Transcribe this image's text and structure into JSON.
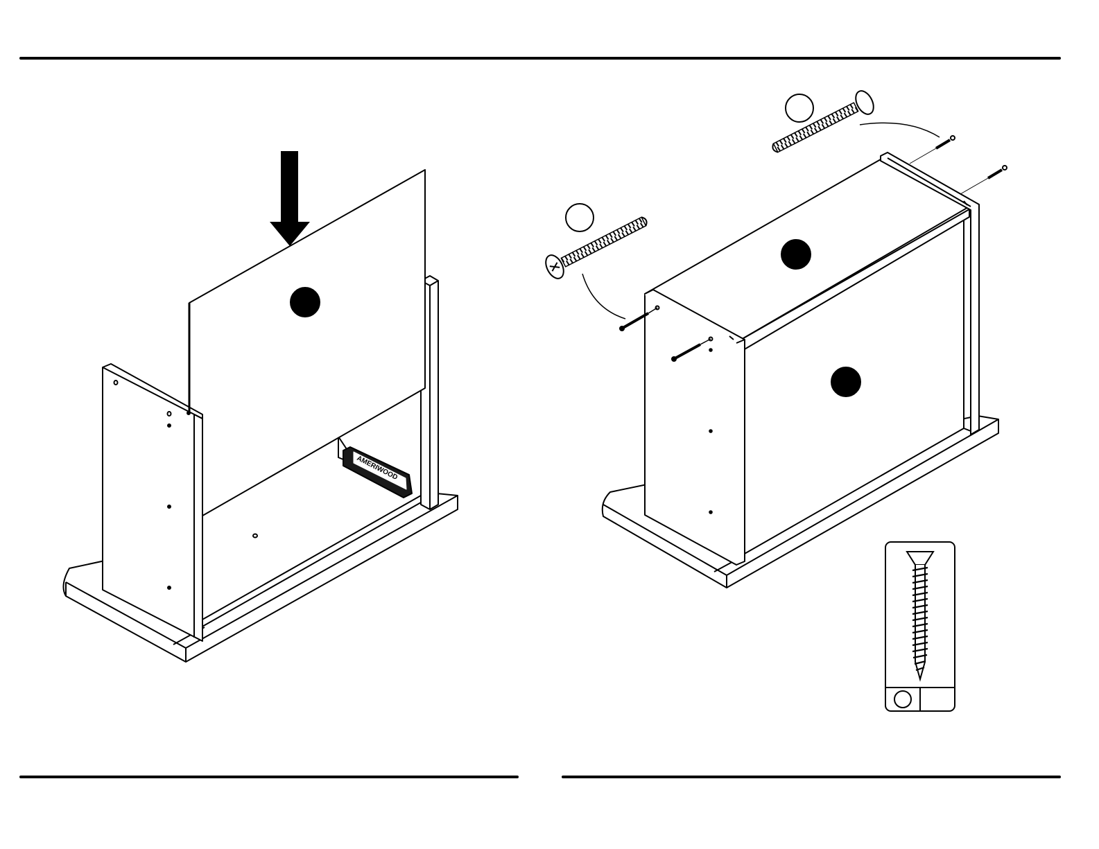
{
  "page": {
    "background": "#ffffff",
    "ink": "#000000",
    "panel_fill": "#ffffff"
  },
  "left_step": {
    "direction_arrow": "down-arrow-icon",
    "brand_bracket_text": "AMERIWOOD"
  },
  "right_step": {
    "screw_callouts": [
      "screw-callout-left",
      "screw-callout-top-right"
    ]
  },
  "hardware_card": {
    "icon": "wood-screw-icon"
  }
}
